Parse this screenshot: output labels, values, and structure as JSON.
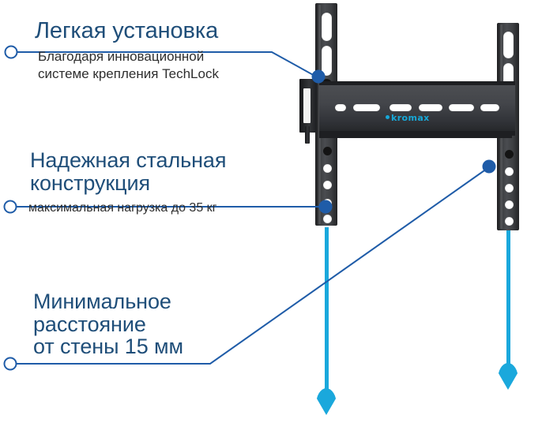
{
  "meta": {
    "heading_color": "#1f4e79",
    "body_color": "#2e2e2e",
    "leader_color": "#1f5ca8",
    "dot_color": "#1f5ca8",
    "accent_cyan": "#1aa8dc",
    "bracket_dark": "#3a3c3f"
  },
  "callouts": [
    {
      "title": "Легкая установка",
      "subtitle": "Благодаря инновационной\nсистеме крепления TechLock"
    },
    {
      "title": "Надежная стальная\nконструкция",
      "subtitle": "максимальная нагрузка до 35 кг"
    },
    {
      "title": "Минимальное\nрасстояние\nот стены 15 мм",
      "subtitle": ""
    }
  ],
  "product": {
    "brand": "kromax",
    "brand_mark_icon": "kromax-dot-icon"
  }
}
